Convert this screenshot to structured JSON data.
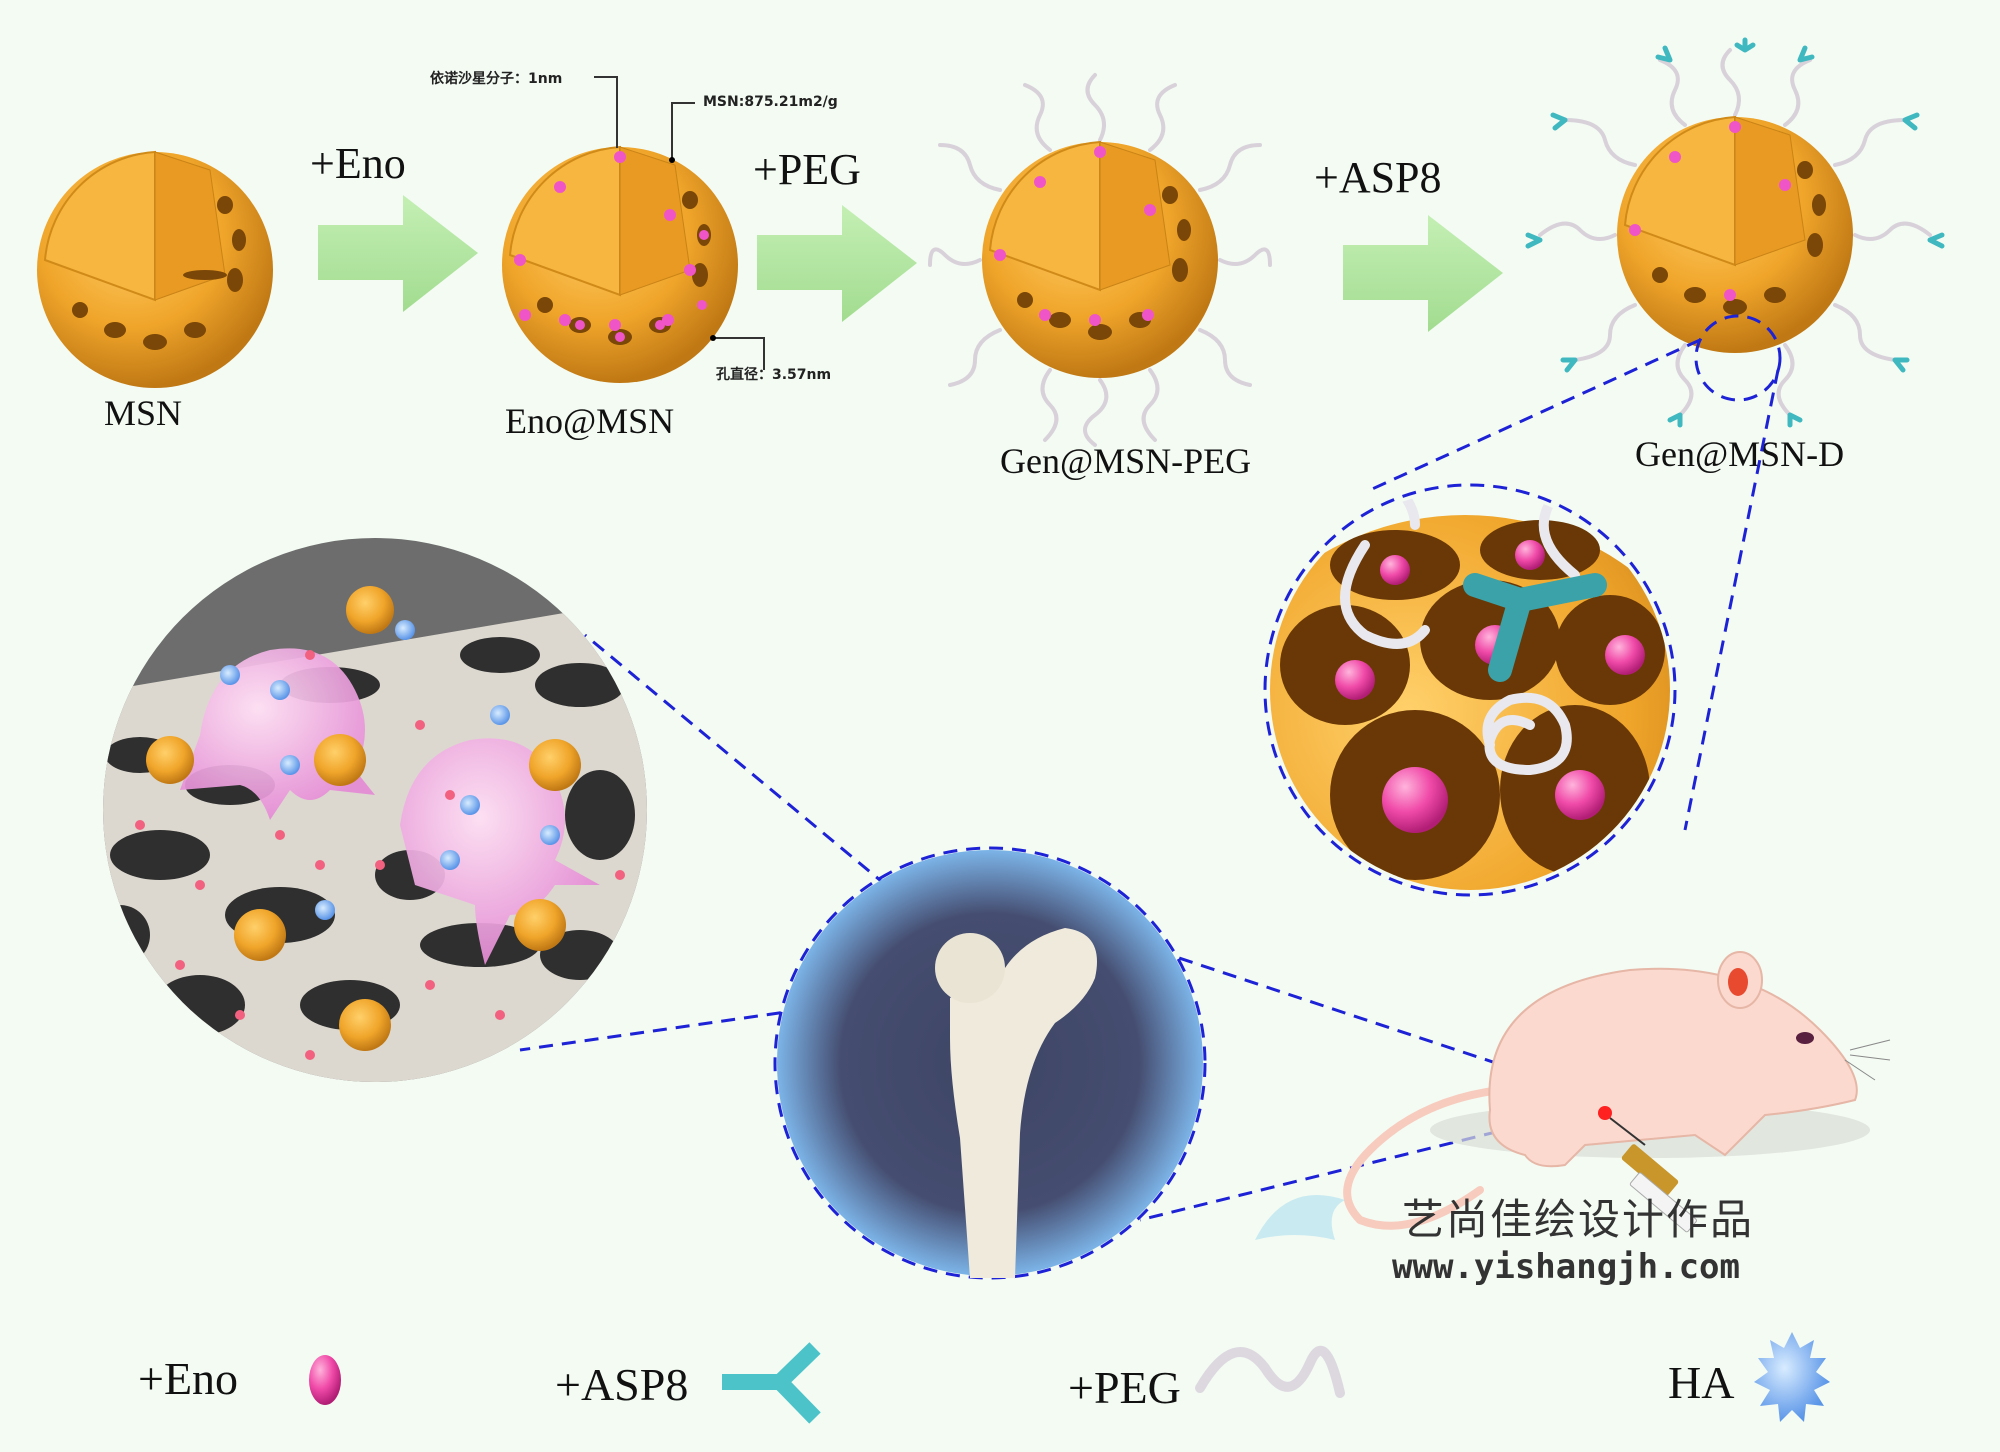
{
  "title": "Eno@MSN nanoparticle preparation and bone-targeted delivery schematic",
  "steps": [
    {
      "name": "MSN"
    },
    {
      "reagent": "+Eno",
      "name": "Eno@MSN"
    },
    {
      "reagent": "+PEG",
      "name": "Gen@MSN-PEG"
    },
    {
      "reagent": "+ASP8",
      "name": "Gen@MSN-D"
    }
  ],
  "annotations": {
    "molecule_size": "依诺沙星分子：1nm",
    "surface_area": "MSN:875.21m2/g",
    "pore_diameter": "孔直径：3.57nm"
  },
  "legend": [
    {
      "label": "+Eno",
      "icon": "eno-molecule-icon",
      "color": "#f04aa8"
    },
    {
      "label": "+ASP8",
      "icon": "asp8-peptide-icon",
      "color": "#4cc3c9"
    },
    {
      "label": "+PEG",
      "icon": "peg-chain-icon",
      "color": "#ddd8e0"
    },
    {
      "label": "HA",
      "icon": "ha-crystal-icon",
      "color": "#6aa6ee"
    }
  ],
  "watermark": {
    "cn": "艺尚佳绘设计作品",
    "url": "www.yishangjh.com"
  },
  "colors": {
    "background": "#f3fbf3",
    "msn_orange": "#f0a52a",
    "arrow_green": "#b6e8a6",
    "zoom_dash": "#1e22d6",
    "eno_pink": "#f04aa8",
    "asp8_teal": "#4cc3c9",
    "mouse_skin": "#fbd9cf"
  }
}
